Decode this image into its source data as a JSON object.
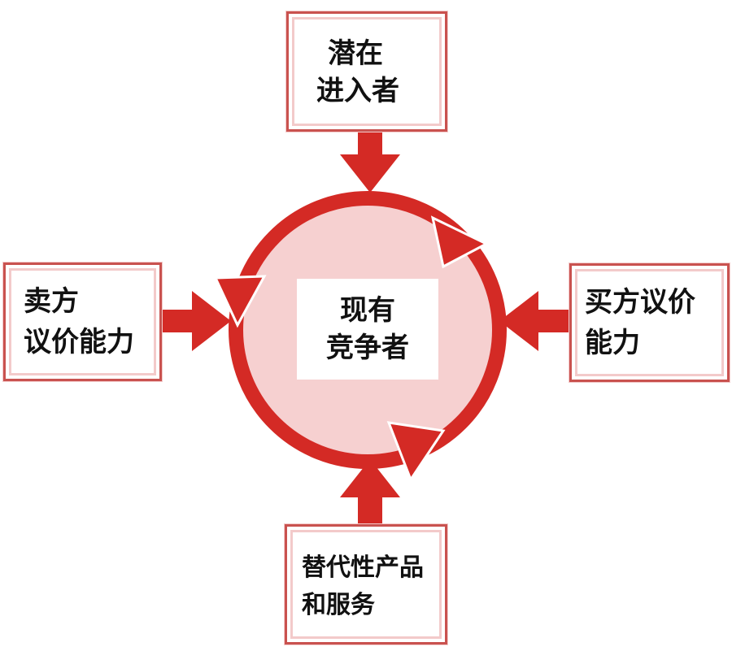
{
  "center": {
    "line1": "现有",
    "line2": "竞争者"
  },
  "top": {
    "line1": "潜在",
    "line2": "进入者"
  },
  "left": {
    "line1": "卖方",
    "line2": "议价能力"
  },
  "right": {
    "line1": "买方议价",
    "line2": "能力"
  },
  "bottom": {
    "line1": "替代性产品",
    "line2": "和服务"
  },
  "colors": {
    "accent": "#d42a25",
    "circle_fill": "#f6d0d0",
    "box_border": "#c9524f"
  }
}
